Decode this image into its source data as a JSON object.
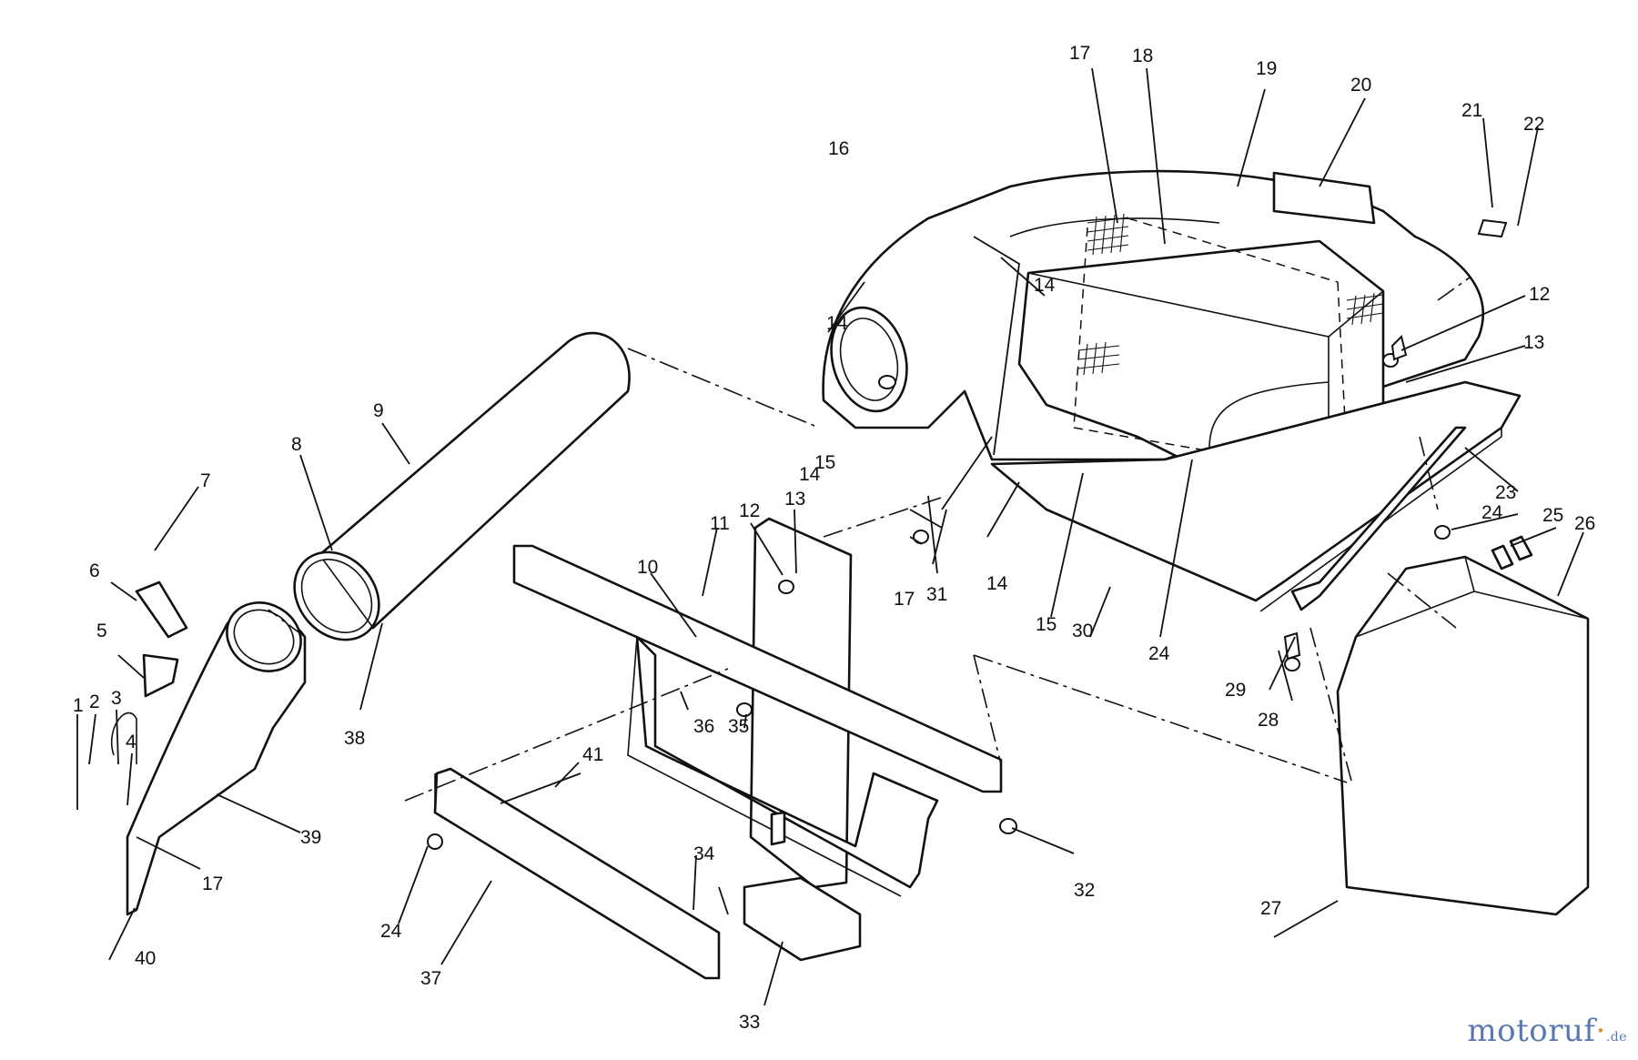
{
  "callouts": [
    "1",
    "2",
    "3",
    "4",
    "5",
    "6",
    "7",
    "8",
    "9",
    "10",
    "11",
    "12",
    "12",
    "13",
    "13",
    "14",
    "14",
    "14",
    "14",
    "15",
    "15",
    "16",
    "17",
    "17",
    "17",
    "18",
    "19",
    "20",
    "21",
    "22",
    "23",
    "24",
    "24",
    "24",
    "25",
    "26",
    "27",
    "28",
    "29",
    "30",
    "31",
    "32",
    "33",
    "34",
    "35",
    "36",
    "37",
    "38",
    "39",
    "40",
    "41"
  ],
  "watermark": {
    "brand_a": "motoruf",
    "brand_b": "·",
    "suffix": ".de"
  },
  "colors": {
    "line": "#111111",
    "watermark_blue": "#5a78b0",
    "watermark_orange": "#e08a2c"
  }
}
